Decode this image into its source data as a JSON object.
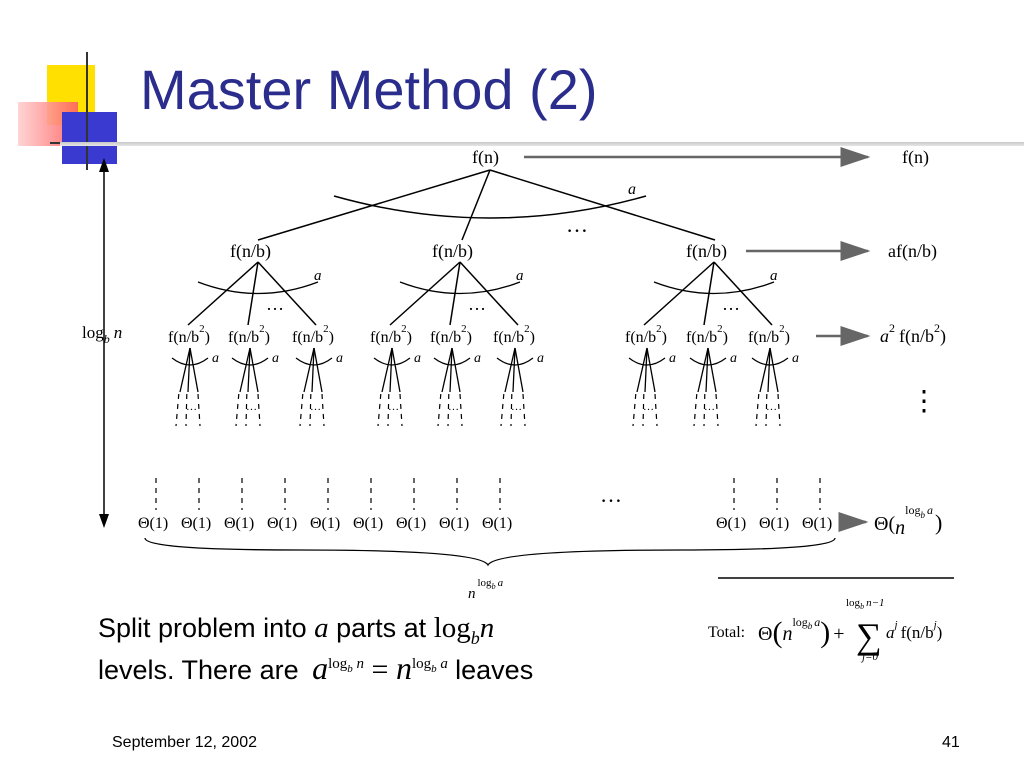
{
  "slide": {
    "title": "Master Method (2)",
    "footer_date": "September 12, 2002",
    "page_number": "41"
  },
  "body": {
    "line1_pre": "Split problem into",
    "line1_var": "a",
    "line1_mid": "parts at",
    "line1_log": "log",
    "line1_base": "b",
    "line1_n": "n",
    "line2_pre": "levels. There are",
    "line2_post": "leaves"
  },
  "diagram": {
    "root": "f(n)",
    "level1_node": "f(n/b)",
    "level2_node": "f(n/b²)",
    "branch_label": "a",
    "leaf_node": "Θ(1)",
    "height_label": "log",
    "height_base": "b",
    "height_n": "n",
    "ellipsis": "…",
    "vertical_ellipsis": "⋮",
    "bottom_n": "n",
    "bottom_exp": "log",
    "bottom_exp_base": "b",
    "bottom_exp_a": "a",
    "sums": {
      "level0": "f(n)",
      "level1": "af(n/b)",
      "level2": "a² f(n/b²)",
      "leaves": "Θ(n^(log_b a))"
    },
    "total_label": "Total:",
    "sum_upper": "log",
    "sum_upper_base": "b",
    "sum_upper_rest": "n−1",
    "sum_lower": "j=0",
    "sum_term": "f(n/b",
    "sum_exp_j": "j"
  }
}
